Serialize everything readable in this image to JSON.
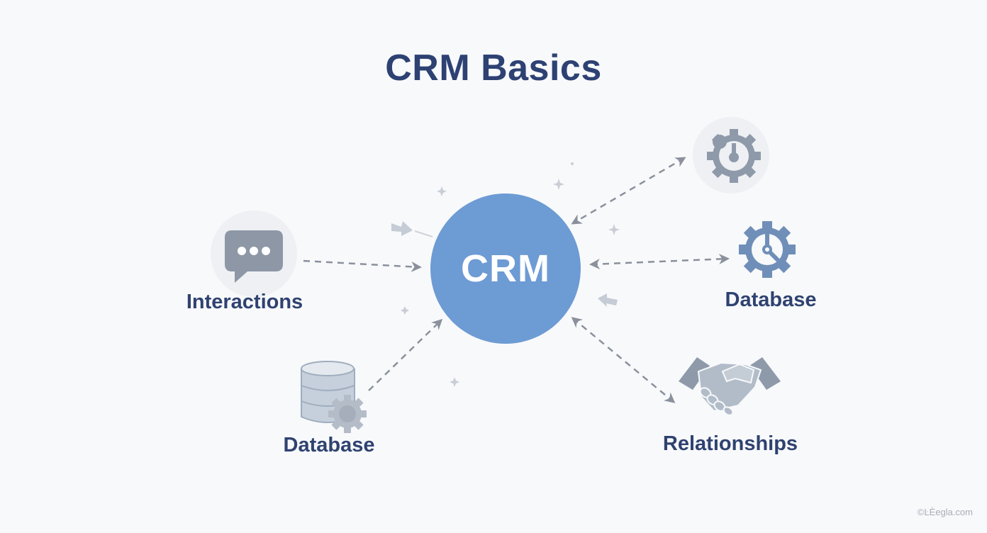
{
  "title": "CRM Basics",
  "hub": {
    "label": "CRM",
    "color": "#6d9bd4"
  },
  "nodes": [
    {
      "id": "interactions",
      "label": "Interactions",
      "icon": "chat-bubble-icon"
    },
    {
      "id": "database-left",
      "label": "Database",
      "icon": "database-gear-icon"
    },
    {
      "id": "settings-top-right",
      "label": "",
      "icon": "gear-clock-icon"
    },
    {
      "id": "database-right",
      "label": "Database",
      "icon": "gear-clock-wrench-icon"
    },
    {
      "id": "relationships",
      "label": "Relationships",
      "icon": "handshake-icon"
    }
  ],
  "colors": {
    "title": "#2d4173",
    "label": "#2f4270",
    "icon": "#8e9aaa",
    "icon_blue": "#6f8fb9",
    "connector": "#8a919c",
    "background": "#f8f9fb"
  },
  "watermark": "©ĿÈegla.com"
}
